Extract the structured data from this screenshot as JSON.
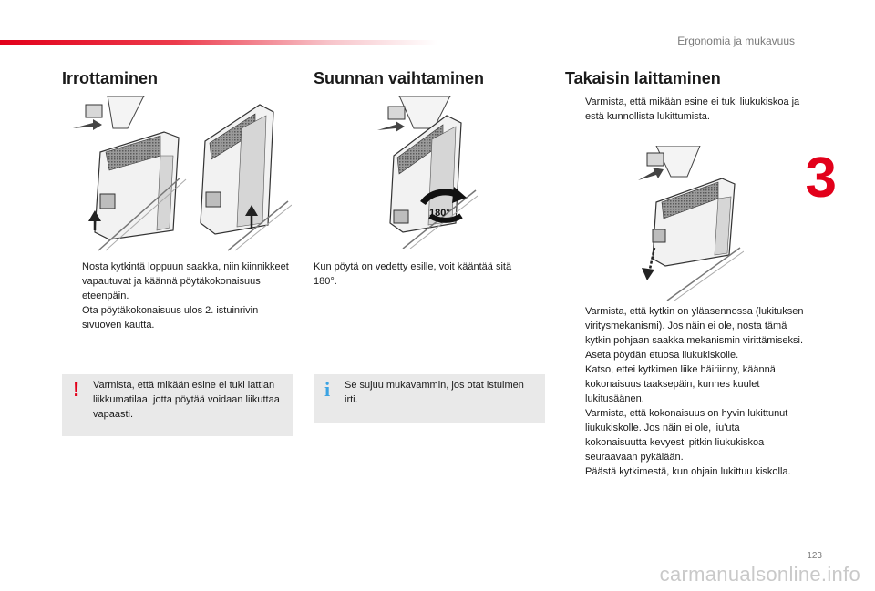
{
  "header": {
    "title": "Ergonomia ja mukavuus"
  },
  "chapter": {
    "number": "3"
  },
  "columns": {
    "remove": {
      "title": "Irrottaminen",
      "bullets": [
        "Nosta kytkintä loppuun saakka, niin kiinnikkeet vapautuvat ja käännä pöytäkokonaisuus eteenpäin.",
        "Ota pöytäkokonaisuus ulos 2. istuinrivin sivuoven kautta."
      ],
      "warning": "Varmista, että mikään esine ei tuki lattian liikkumatilaa, jotta pöytää voidaan liikuttaa vapaasti."
    },
    "turn": {
      "title": "Suunnan vaihtaminen",
      "rotation_label": "180°",
      "text": "Kun pöytä on vedetty esille, voit kääntää sitä 180°.",
      "info": "Se sujuu mukavammin, jos otat istuimen irti."
    },
    "refit": {
      "title": "Takaisin laittaminen",
      "bullets_top": [
        "Varmista, että mikään esine ei tuki liukukiskoa ja estä kunnollista lukittumista."
      ],
      "bullets_bottom": [
        "Varmista, että kytkin on yläasennossa (lukituksen viritysmekanismi). Jos näin ei ole, nosta tämä kytkin pohjaan saakka mekanismin virittämiseksi.",
        "Aseta pöydän etuosa liukukiskolle.",
        "Katso, ettei kytkimen liike häiriinny, käännä kokonaisuus taaksepäin, kunnes kuulet lukitusäänen.",
        "Varmista, että kokonaisuus on hyvin lukittunut liukukiskolle. Jos näin ei ole, liu'uta kokonaisuutta kevyesti pitkin liukukiskoa seuraavaan pykälään.",
        "Päästä kytkimestä, kun ohjain lukittuu kiskolla."
      ]
    }
  },
  "bullet_glyph": "",
  "page": {
    "number": "123"
  },
  "watermark": "carmanualsonline.info",
  "colors": {
    "accent": "#e2001a",
    "info": "#3aa3e3",
    "note_bg": "#e9e9e9"
  }
}
